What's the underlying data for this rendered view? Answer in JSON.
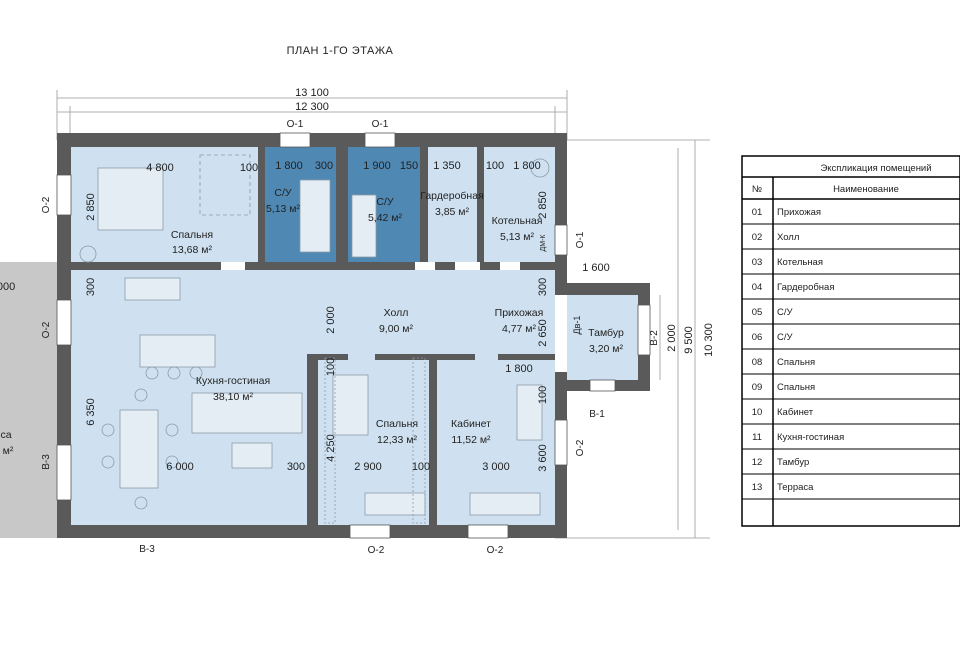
{
  "title": "ПЛАН 1-ГО ЭТАЖА",
  "dimensions": {
    "overall_outer": "13 100",
    "overall_inner": "12 300",
    "right_outer": "10 300",
    "right_inner": "9 500",
    "bedroom1_width": "4 800",
    "bedroom1_gap": "100",
    "bath1_width": "1 800",
    "bath1_gap": "300",
    "bath2_width": "1 900",
    "bath2_gap": "150",
    "wardrobe_width": "1 350",
    "boiler_gap": "100",
    "boiler_width": "1 800",
    "bedroom1_height": "2 850",
    "boiler_height": "2 850",
    "corridor_300_left": "300",
    "corridor_300_right": "300",
    "hall_height": "2 000",
    "hall_2650": "2 650",
    "hall_1800": "1 800",
    "vestibule_width": "1 600",
    "vestibule_height": "2 000",
    "kitchen_height": "6 350",
    "kitchen_width": "6 000",
    "kitchen_gap": "300",
    "bedroom2_height": "4 250",
    "bedroom2_width": "2 900",
    "bedroom2_gap": "100",
    "bedroom2_top": "100",
    "study_width": "3 000",
    "study_height": "3 600",
    "study_top": "100",
    "terrace_left": "000"
  },
  "rooms": {
    "bedroom1_name": "Спальня",
    "bedroom1_area": "13,68 м²",
    "bath1_name": "С/У",
    "bath1_area": "5,13 м²",
    "bath2_name": "С/У",
    "bath2_area": "5,42 м²",
    "wardrobe_name": "Гардеробная",
    "wardrobe_area": "3,85 м²",
    "boiler_name": "Котельная",
    "boiler_area": "5,13 м²",
    "hall_name": "Холл",
    "hall_area": "9,00 м²",
    "entry_name": "Прихожая",
    "entry_area": "4,77 м²",
    "vestibule_name": "Тамбур",
    "vestibule_area": "3,20 м²",
    "kitchen_name": "Кухня-гостиная",
    "kitchen_area": "38,10 м²",
    "bedroom2_name": "Спальня",
    "bedroom2_area": "12,33 м²",
    "study_name": "Кабинет",
    "study_area": "11,52 м²",
    "terrace_name": "са",
    "terrace_area": "м²"
  },
  "tags": {
    "o1_a": "О-1",
    "o1_b": "О-1",
    "o1_c": "О-1",
    "o2_a": "О-2",
    "o2_b": "О-2",
    "o2_c": "О-2",
    "o2_d": "О-2",
    "o2_e": "О-2",
    "b1": "В-1",
    "b2": "В-2",
    "b3_a": "В-3",
    "b3_b": "В-3",
    "dv1": "Дв-1",
    "dmk": "ДМ-К"
  },
  "colors": {
    "wall": "#5a5a5a",
    "floor": "#cfe1f0",
    "wet": "#4f88b3",
    "terrace": "#c8c8c8"
  },
  "table": {
    "title": "Экспликация помещений",
    "header_no": "№",
    "header_name": "Наименование",
    "rows": [
      {
        "no": "01",
        "name": "Прихожая"
      },
      {
        "no": "02",
        "name": "Холл"
      },
      {
        "no": "03",
        "name": "Котельная"
      },
      {
        "no": "04",
        "name": "Гардеробная"
      },
      {
        "no": "05",
        "name": "С/У"
      },
      {
        "no": "06",
        "name": "С/У"
      },
      {
        "no": "08",
        "name": "Спальня"
      },
      {
        "no": "09",
        "name": "Спальня"
      },
      {
        "no": "10",
        "name": "Кабинет"
      },
      {
        "no": "11",
        "name": "Кухня-гостиная"
      },
      {
        "no": "12",
        "name": "Тамбур"
      },
      {
        "no": "13",
        "name": "Терраса"
      },
      {
        "no": "",
        "name": ""
      }
    ]
  }
}
